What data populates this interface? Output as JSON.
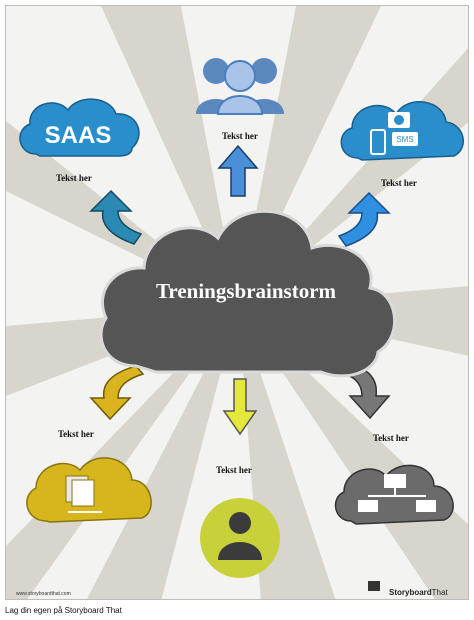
{
  "center_title": "Treningsbrainstorm",
  "nodes": {
    "top": {
      "label": "Tekst her",
      "icon": "people-group-icon",
      "color": "#4a7fbd"
    },
    "top_left": {
      "label": "Tekst her",
      "icon_text": "SAAS",
      "color": "#2a8ecc"
    },
    "top_right": {
      "label": "Tekst her",
      "icon_text": "SMS",
      "icon": "mobile-camera-sms-icon",
      "color": "#2a8ecc"
    },
    "bottom_left": {
      "label": "Tekst her",
      "icon": "file-sharing-cloud-icon",
      "color": "#d6b61c"
    },
    "bottom": {
      "label": "Tekst her",
      "icon": "person-avatar-icon",
      "color": "#c9d13a"
    },
    "bottom_right": {
      "label": "Tekst her",
      "icon": "network-computers-cloud-icon",
      "color": "#6b6b6b"
    }
  },
  "watermark": {
    "site": "www.storyboardthat.com",
    "brand_prefix": "Storyboard",
    "brand_suffix": "That"
  },
  "footer_text": "Lag din egen på Storyboard That",
  "colors": {
    "rays": "#d8d6cc",
    "center_cloud": "#555555",
    "background": "#f3f3f1"
  }
}
